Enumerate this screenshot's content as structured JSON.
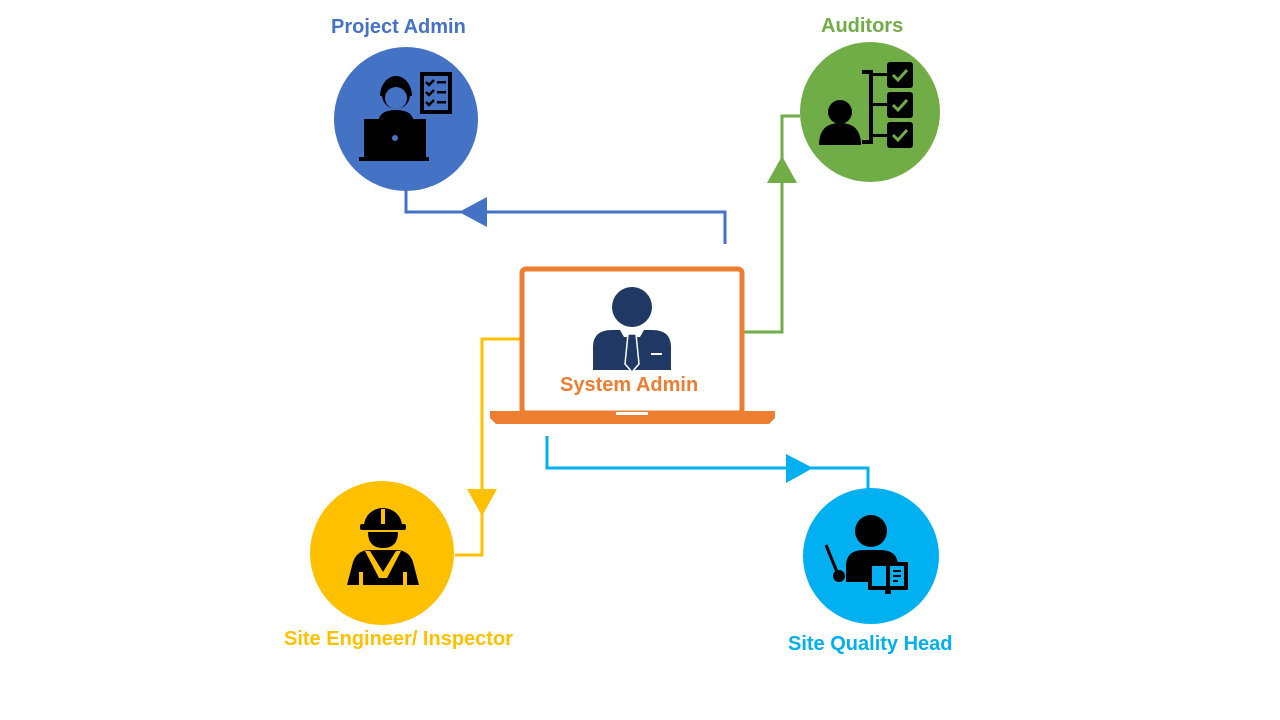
{
  "nodes": {
    "project_admin": {
      "label": "Project Admin",
      "color": "#4472c4",
      "icon": "admin-laptop-checklist-icon"
    },
    "auditors": {
      "label": "Auditors",
      "color": "#70ad47",
      "icon": "auditor-checklist-icon"
    },
    "system_admin": {
      "label": "System Admin",
      "color": "#ed7d31",
      "icon": "businessman-laptop-icon"
    },
    "site_engineer": {
      "label": "Site Engineer/ Inspector",
      "color": "#ffc000",
      "icon": "hardhat-worker-icon"
    },
    "site_quality_head": {
      "label": "Site Quality Head",
      "color": "#00b0f0",
      "icon": "presenter-board-icon"
    }
  },
  "icon_color": "#000000",
  "person_color": "#1f3864"
}
